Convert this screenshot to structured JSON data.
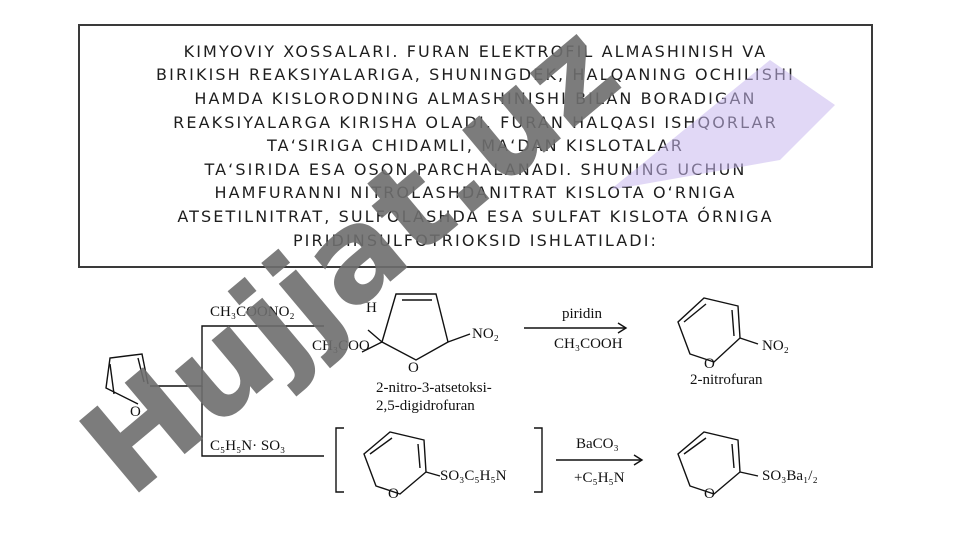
{
  "description_text": "KIMYOVIY XOSSALARI. FURAN ELEKTROFIL ALMASHINISH VA\nBIRIKISH REAKSIYALARIGA, SHUNINGDEK, HALQANING OCHILISHI\nHAMDA KISLORODNING ALMASHINISHI BILAN BORADIGAN\nREAKSIYALARGA KIRISHA OLADI. FURAN HALQASI ISHQORLAR\nTA‘SIRIGA CHIDAMLI, MA‘DAN KISLOTALAR\nTA‘SIRIDA ESA OSON PARCHALANADI. SHUNING UCHUN\nHAMFURANNI NITROLASHDANITRAT KISLOTA O‘RNIGA\nATSETILNITRAT, SULFOLASHDA ESA SULFAT KISLOTA ÓRNIGA\nPIRIDINSULFOTRIOKSID ISHLATILADI:",
  "scheme": {
    "reagent_nitration": "CH₃COONO₂",
    "intermediate_h": "H",
    "intermediate_acetoxy": "CH₃COO",
    "intermediate_o": "O",
    "intermediate_no2": "NO₂",
    "intermediate_name_line1": "2-nitro-3-atsetoksi-",
    "intermediate_name_line2": "2,5-digidrofuran",
    "reagent_piridin": "piridin",
    "reagent_acetic_acid": "CH₃COOH",
    "product1_o": "O",
    "product1_no2": "NO₂",
    "product1_name": "2-nitrofuran",
    "furan_o": "O",
    "reagent_sulfonation": "C₅H₅N· SO₃",
    "salt_o": "O",
    "salt_group": "SO₃C₅H₅N",
    "reagent_baco3": "BaCO₃",
    "byproduct": "+C₅H₅N",
    "product2_o": "O",
    "product2_group": "SO₃Ba₁/₂"
  },
  "watermark_text": "Hujjat.uz",
  "colors": {
    "border": "#3a3a3a",
    "text": "#1e1e1e",
    "watermark_gray": "#6e6e6e",
    "watermark_lilac": "#c9b8ef"
  }
}
